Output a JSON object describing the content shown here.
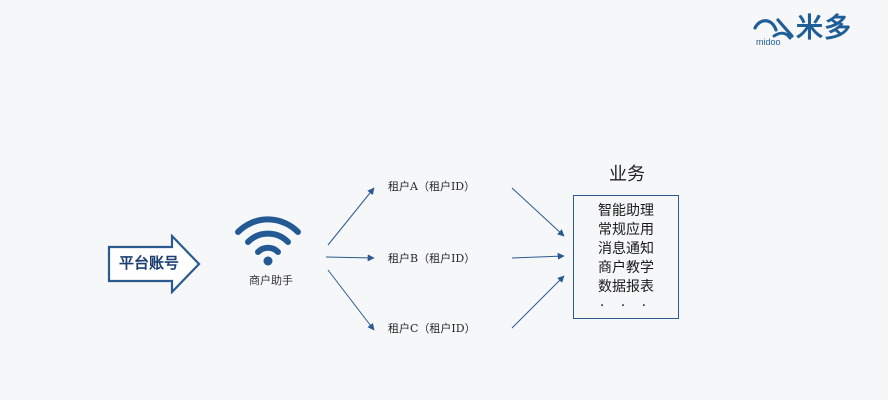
{
  "logo": {
    "brand_en": "midoo",
    "brand_cn": "米多"
  },
  "platform": {
    "label": "平台账号"
  },
  "merchant": {
    "label": "商户助手"
  },
  "tenants": [
    {
      "label": "租户A（租户ID）"
    },
    {
      "label": "租户B（租户ID）"
    },
    {
      "label": "租户C（租户ID）"
    }
  ],
  "business": {
    "title": "业务",
    "items": [
      "智能助理",
      "常规应用",
      "消息通知",
      "商户教学",
      "数据报表"
    ],
    "ellipsis": "· · ·"
  },
  "colors": {
    "accent": "#2b5a8f",
    "brand": "#1f5e96"
  }
}
